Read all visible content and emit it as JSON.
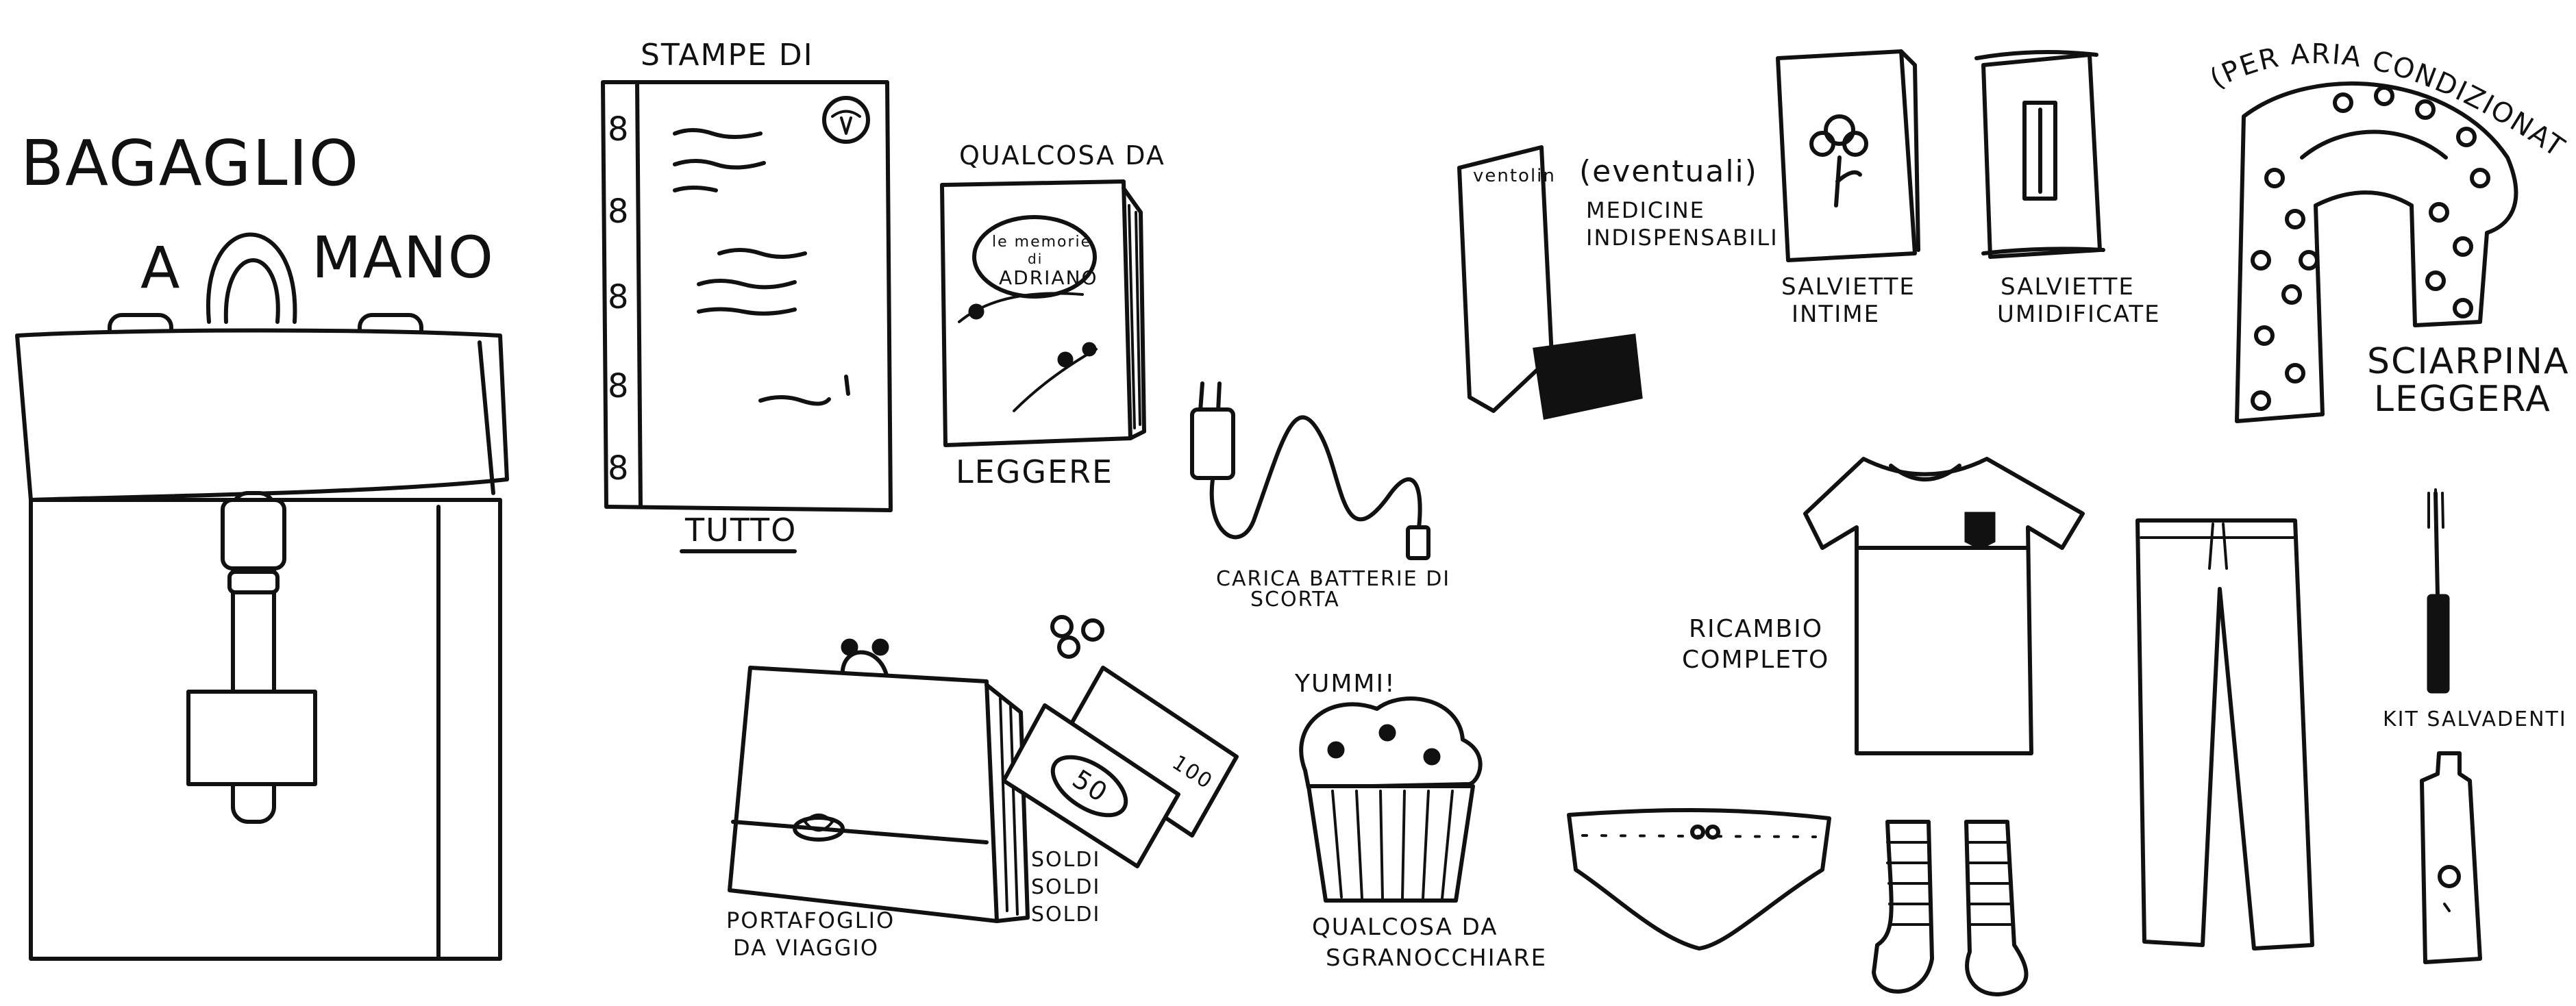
{
  "title": {
    "line1": "BAGAGLIO",
    "line2a": "A",
    "line2b": "MANO"
  },
  "items": {
    "prints": {
      "top": "STAMPE DI",
      "bottom": "TUTTO"
    },
    "book": {
      "label_top": "QUALCOSA DA",
      "label_bottom": "LEGGERE",
      "cover_1": "le memorie",
      "cover_2": "di",
      "cover_3": "ADRIANO"
    },
    "charger": {
      "label_1": "CARICA BATTERIE DI",
      "label_2": "SCORTA"
    },
    "inhaler": {
      "brand": "ventolin",
      "label_1": "(eventuali)",
      "label_2": "MEDICINE",
      "label_3": "INDISPENSABILI"
    },
    "wipes_intimate": {
      "label_1": "SALVIETTE",
      "label_2": "INTIME"
    },
    "wipes_wet": {
      "label_1": "SALVIETTE",
      "label_2": "UMIDIFICATE"
    },
    "scarf": {
      "arc": "(PER ARIA CONDIZIONATA)",
      "label_1": "SCIARPINA",
      "label_2": "LEGGERA"
    },
    "wallet": {
      "label_1": "PORTAFOGLIO",
      "label_2": "DA VIAGGIO"
    },
    "money": {
      "label_1": "SOLDI",
      "label_2": "SOLDI",
      "label_3": "SOLDI",
      "note_1": "50",
      "note_2": "100"
    },
    "muffin": {
      "exclaim": "YUMMI!",
      "label_1": "QUALCOSA DA",
      "label_2": "SGRANOCCHIARE"
    },
    "clothes": {
      "label_1": "RICAMBIO",
      "label_2": "COMPLETO"
    },
    "toothkit": {
      "label": "KIT SALVADENTI"
    }
  }
}
